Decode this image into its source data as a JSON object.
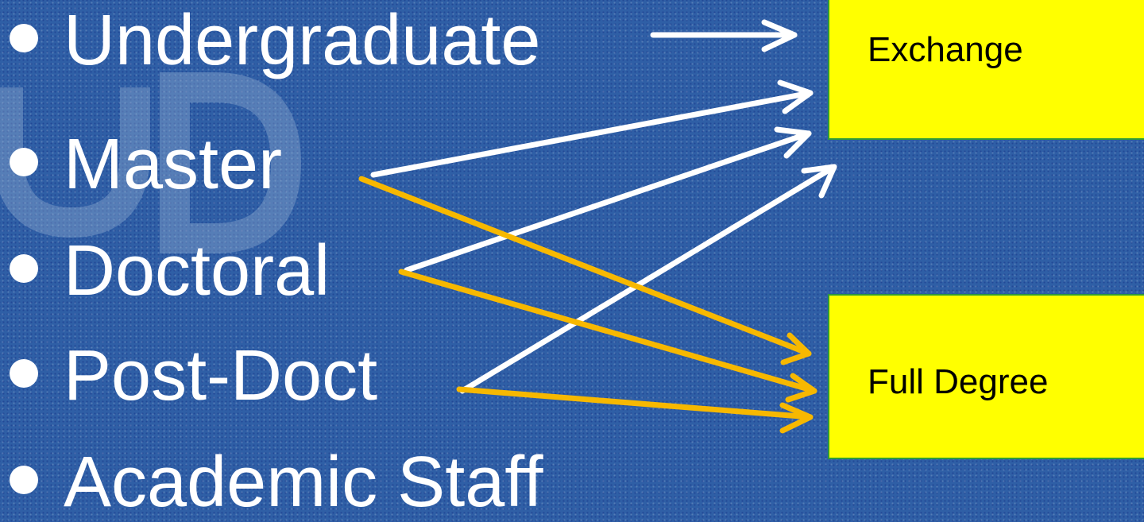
{
  "list_items": [
    {
      "label": "Undergraduate"
    },
    {
      "label": "Master"
    },
    {
      "label": "Doctoral"
    },
    {
      "label": "Post-Doct"
    },
    {
      "label": "Academic Staff"
    }
  ],
  "boxes": {
    "exchange": {
      "label": "Exchange"
    },
    "full_degree": {
      "label": "Full Degree"
    }
  },
  "colors": {
    "background": "#2f5fa6",
    "exchange_arrow": "#ffffff",
    "full_degree_arrow": "#f7b800",
    "box_fill": "#ffff00",
    "box_border": "#2f9a3a"
  },
  "connections": {
    "to_exchange": [
      "Undergraduate",
      "Master",
      "Doctoral",
      "Post-Doct"
    ],
    "to_full_degree": [
      "Master",
      "Doctoral",
      "Post-Doct"
    ]
  }
}
